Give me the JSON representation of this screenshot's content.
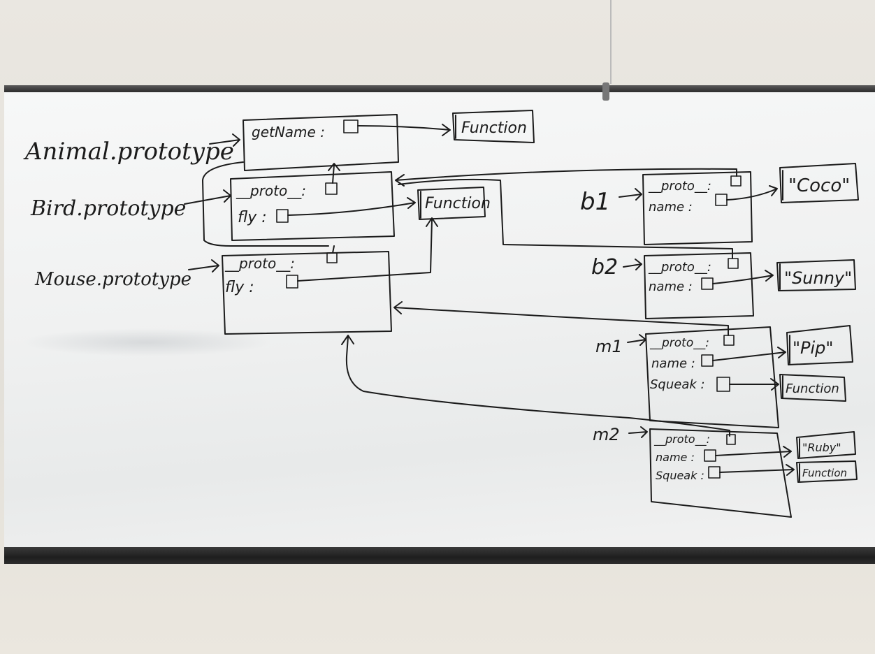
{
  "labels": {
    "animal_proto": "Animal.prototype",
    "bird_proto": "Bird.prototype",
    "mouse_proto": "Mouse.prototype",
    "b1": "b1",
    "b2": "b2",
    "m1": "m1",
    "m2": "m2"
  },
  "fields": {
    "getName": "getName :",
    "proto": "__proto__:",
    "fly": "fly :",
    "name": "name :",
    "squeak": "Squeak :"
  },
  "values": {
    "function": "Function",
    "coco": "\"Coco\"",
    "sunny": "\"Sunny\"",
    "pip": "\"Pip\"",
    "ruby": "\"Ruby\""
  },
  "colors": {
    "ink": "#1b1b1b",
    "board": "#f2f3f3",
    "frame": "#2a2a2a"
  }
}
